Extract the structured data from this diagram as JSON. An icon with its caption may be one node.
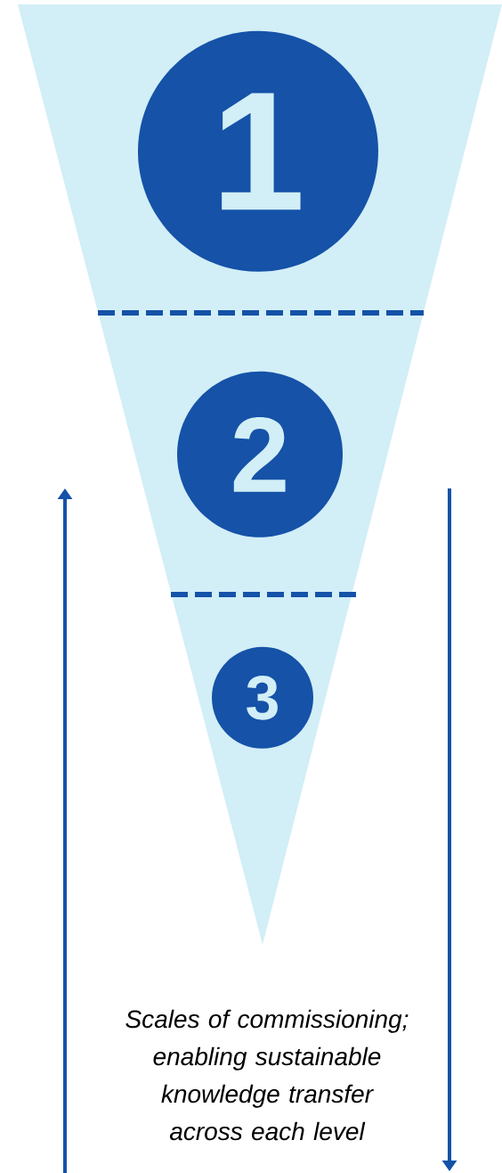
{
  "diagram": {
    "nodes": [
      {
        "text": [],
        "shape": "triangle"
      },
      {
        "text": [
          "1"
        ],
        "in": 0
      },
      {
        "text": [
          "2"
        ],
        "in": 0
      },
      {
        "text": [
          "3"
        ],
        "in": 0
      }
    ],
    "labels": [
      "Scales of commissioning; enabling sustainable knowledge transfer across each level"
    ]
  }
}
